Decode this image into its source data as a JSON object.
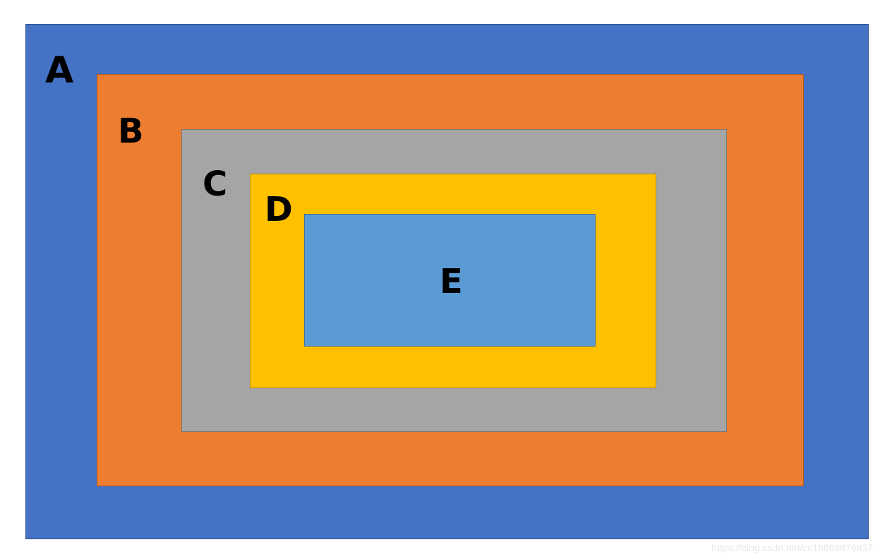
{
  "boxes": [
    {
      "id": "a",
      "label": "A",
      "fill": "#4472c4",
      "stroke": "#2f528f"
    },
    {
      "id": "b",
      "label": "B",
      "fill": "#ed7d31",
      "stroke": "#ae5a21"
    },
    {
      "id": "c",
      "label": "C",
      "fill": "#a5a5a5",
      "stroke": "#787878"
    },
    {
      "id": "d",
      "label": "D",
      "fill": "#ffc000",
      "stroke": "#bc8c00"
    },
    {
      "id": "e",
      "label": "E",
      "fill": "#5b9bd5",
      "stroke": "#41719c"
    }
  ],
  "watermark": "https://blog.csdn.net/cc18868876837"
}
